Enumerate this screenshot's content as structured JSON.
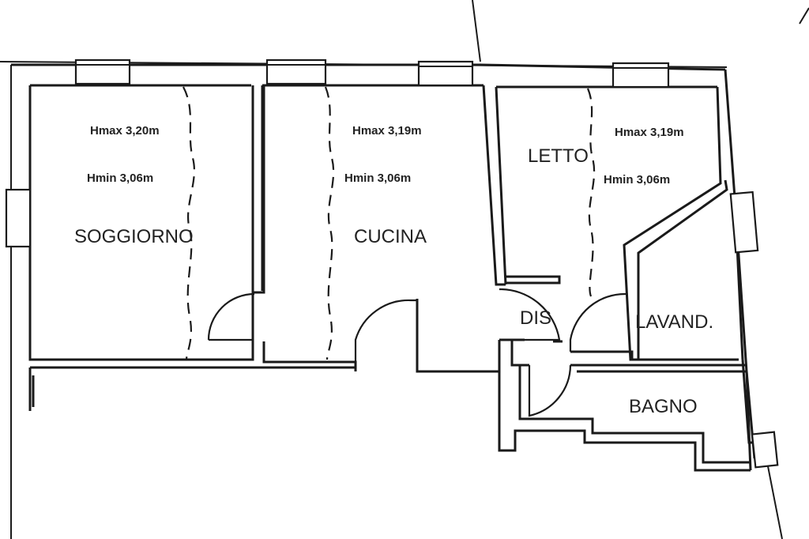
{
  "rooms": {
    "soggiorno": {
      "label": "SOGGIORNO",
      "hmax": "Hmax 3,20m",
      "hmin": "Hmin 3,06m"
    },
    "cucina": {
      "label": "CUCINA",
      "hmax": "Hmax 3,19m",
      "hmin": "Hmin 3,06m"
    },
    "letto": {
      "label": "LETTO",
      "hmax": "Hmax 3,19m",
      "hmin": "Hmin 3,06m"
    },
    "dis": {
      "label": "DIS"
    },
    "lavanderia": {
      "label": "LAVAND."
    },
    "bagno": {
      "label": "BAGNO"
    }
  },
  "colors": {
    "line": "#1a1a1a",
    "text": "#222222",
    "background": "#ffffff"
  }
}
